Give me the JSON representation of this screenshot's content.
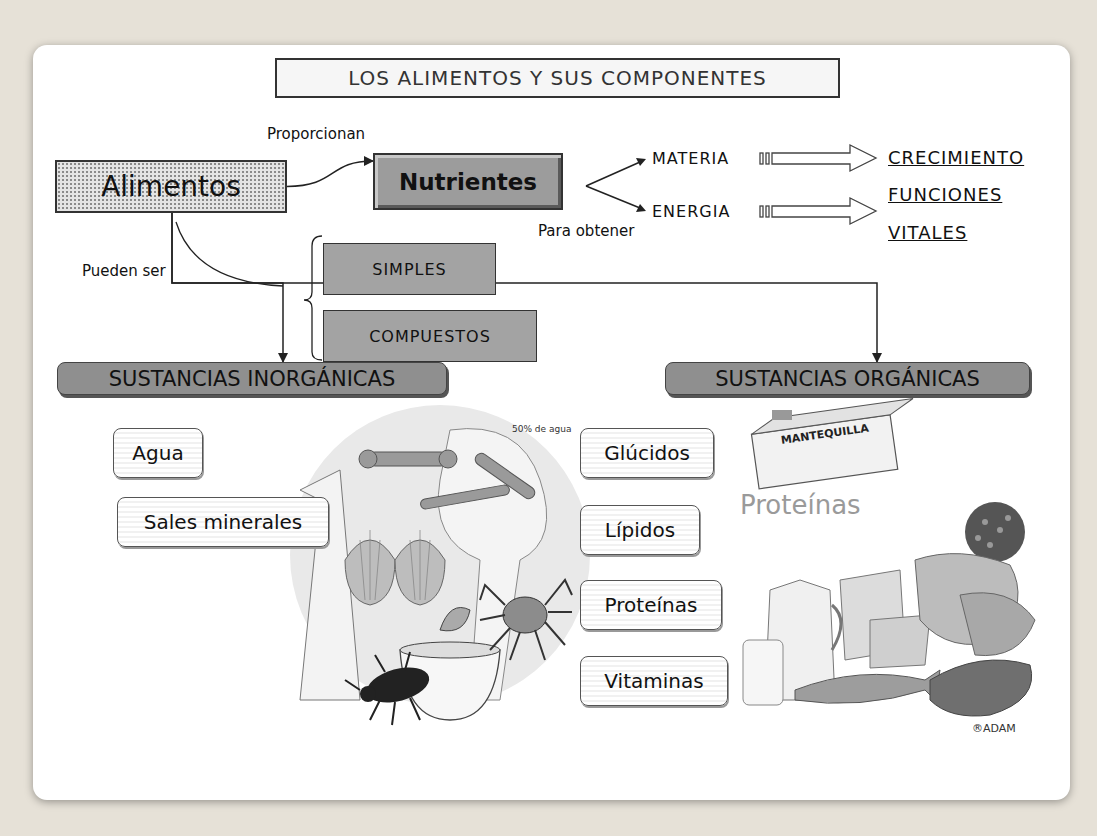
{
  "diagram": {
    "title": "LOS ALIMENTOS Y SUS COMPONENTES",
    "nodes": [
      {
        "text": [
          "Alimentos"
        ]
      },
      {
        "text": [
          "Nutrientes"
        ]
      },
      {
        "text": [
          "SIMPLES"
        ]
      },
      {
        "text": [
          "COMPUESTOS"
        ]
      },
      {
        "text": [
          "SUSTANCIAS INORGÁNICAS"
        ]
      },
      {
        "text": [
          "SUSTANCIAS ORGÁNICAS"
        ]
      },
      {
        "text": [
          "Agua"
        ]
      },
      {
        "text": [
          "Sales minerales"
        ]
      },
      {
        "text": [
          "Glúcidos"
        ]
      },
      {
        "text": [
          "Lípidos"
        ]
      },
      {
        "text": [
          "Proteínas"
        ]
      },
      {
        "text": [
          "Vitaminas"
        ]
      }
    ],
    "edges": [
      {
        "from": 0,
        "to": 1,
        "label": "Proporcionan",
        "arrow": "to"
      },
      {
        "from": 0,
        "to": 4,
        "arrow": "to"
      },
      {
        "from": 0,
        "to": 5,
        "arrow": "to"
      }
    ],
    "labels": [
      "MATERIA",
      "ENERGIA",
      "Para obtener",
      "CRECIMIENTO",
      "FUNCIONES VITALES",
      "Pueden ser",
      "50% de agua",
      "MANTEQUILLA",
      "Proteínas",
      "®ADAM"
    ]
  }
}
